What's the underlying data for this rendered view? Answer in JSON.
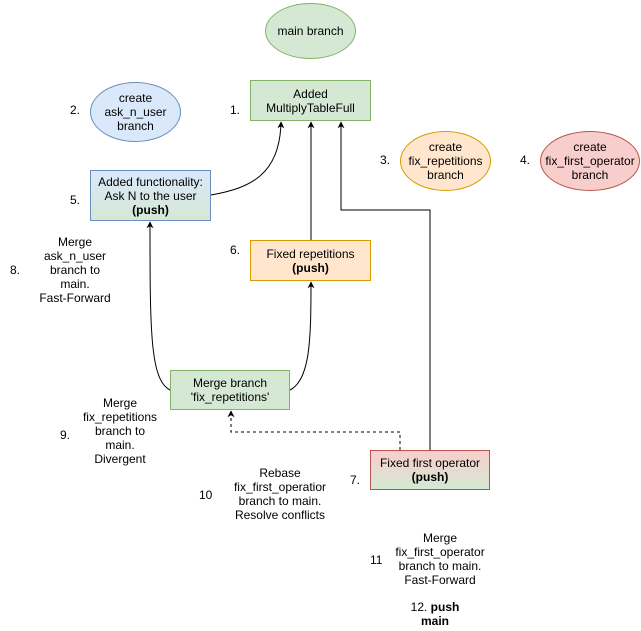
{
  "colors": {
    "green_fill": "#d5e8d4",
    "green_stroke": "#82b366",
    "blue_fill": "#dae8fc",
    "blue_stroke": "#6c8ebf",
    "orange_fill": "#ffe6cc",
    "orange_stroke": "#d79b00",
    "red_fill": "#f8cecc",
    "red_stroke": "#b85450",
    "blue_green_gradient": [
      "#dae8fc",
      "#d5e8d4"
    ],
    "red_green_gradient": [
      "#f8cecc",
      "#d5e8d4"
    ]
  },
  "nodes": {
    "main_branch": {
      "lines": [
        "main branch"
      ]
    },
    "create_ask": {
      "lines": [
        "create",
        "ask_n_user",
        "branch"
      ]
    },
    "added_multiply": {
      "lines": [
        "Added",
        "MultiplyTableFull"
      ]
    },
    "create_fix_rep": {
      "lines": [
        "create",
        "fix_repetitions",
        "branch"
      ]
    },
    "create_fix_first": {
      "lines": [
        "create",
        "fix_first_operator",
        "branch"
      ]
    },
    "added_functionality": {
      "lines": [
        "Added functionality:",
        "Ask N to the user"
      ],
      "bold": "(push)"
    },
    "fixed_repetitions": {
      "lines": [
        "Fixed repetitions"
      ],
      "bold": "(push)"
    },
    "merge_branch": {
      "lines": [
        "Merge branch",
        "'fix_repetitions'"
      ]
    },
    "fixed_first_operator": {
      "lines": [
        "Fixed first operator"
      ],
      "bold": "(push)"
    }
  },
  "step_numbers": {
    "s1": "1.",
    "s2": "2.",
    "s3": "3.",
    "s4": "4.",
    "s5": "5.",
    "s6": "6.",
    "s7": "7.",
    "s8": "8.",
    "s9": "9.",
    "s10": "10",
    "s11": "11"
  },
  "notes": {
    "n8": {
      "lines": [
        "Merge",
        "ask_n_user",
        "branch to",
        "main.",
        "Fast-Forward"
      ]
    },
    "n9": {
      "lines": [
        "Merge",
        "fix_repetitions",
        "branch to",
        "main.",
        "Divergent"
      ]
    },
    "n10": {
      "lines": [
        "Rebase",
        "fix_first_operatior",
        "branch to main.",
        "Resolve conflicts"
      ]
    },
    "n11": {
      "lines": [
        "Merge",
        "fix_first_operator",
        "branch to main.",
        "Fast-Forward"
      ]
    },
    "n12": {
      "prefix": "12. ",
      "bold_line1": "push",
      "bold_line2": "main"
    }
  }
}
